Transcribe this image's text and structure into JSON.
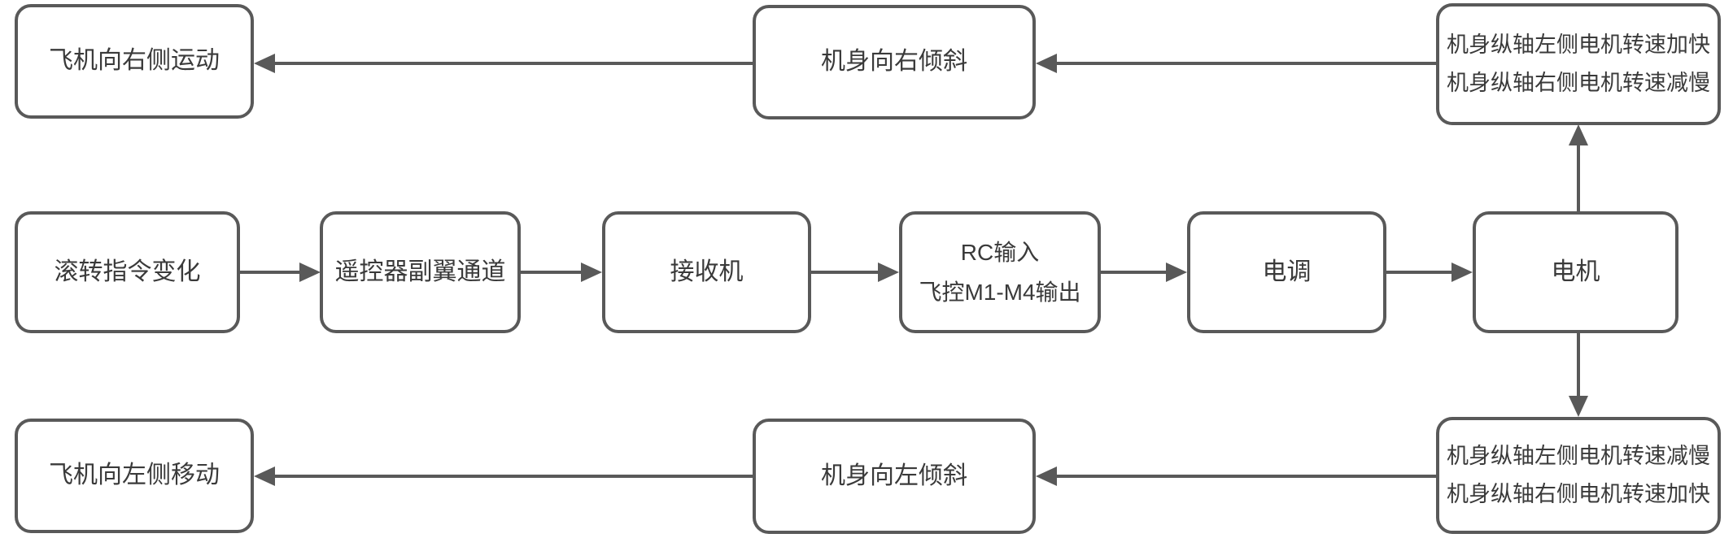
{
  "diagram": {
    "type": "flowchart",
    "topic": "quadcopter-roll-control-signal-flow",
    "colors": {
      "node_border": "#595959",
      "node_text": "#3a3a3a",
      "arrow": "#595959",
      "background": "#ffffff"
    },
    "nodes": {
      "plane_move_right": {
        "label": "飞机向右侧运动"
      },
      "body_tilt_right": {
        "label": "机身向右倾斜"
      },
      "motor_effect_top": {
        "line1": "机身纵轴左侧电机转速加快",
        "line2": "机身纵轴右侧电机转速减慢"
      },
      "roll_command": {
        "label": "滚转指令变化"
      },
      "rc_aileron_channel": {
        "label": "遥控器副翼通道"
      },
      "receiver": {
        "label": "接收机"
      },
      "flight_controller": {
        "line1": "RC输入",
        "line2": "飞控M1-M4输出"
      },
      "esc": {
        "label": "电调"
      },
      "motor": {
        "label": "电机"
      },
      "plane_move_left": {
        "label": "飞机向左侧移动"
      },
      "body_tilt_left": {
        "label": "机身向左倾斜"
      },
      "motor_effect_bottom": {
        "line1": "机身纵轴左侧电机转速减慢",
        "line2": "机身纵轴右侧电机转速加快"
      }
    },
    "edges": [
      {
        "from": "roll_command",
        "to": "rc_aileron_channel",
        "direction": "right"
      },
      {
        "from": "rc_aileron_channel",
        "to": "receiver",
        "direction": "right"
      },
      {
        "from": "receiver",
        "to": "flight_controller",
        "direction": "right"
      },
      {
        "from": "flight_controller",
        "to": "esc",
        "direction": "right"
      },
      {
        "from": "esc",
        "to": "motor",
        "direction": "right"
      },
      {
        "from": "motor",
        "to": "motor_effect_top",
        "direction": "up"
      },
      {
        "from": "motor",
        "to": "motor_effect_bottom",
        "direction": "down"
      },
      {
        "from": "motor_effect_top",
        "to": "body_tilt_right",
        "direction": "left"
      },
      {
        "from": "body_tilt_right",
        "to": "plane_move_right",
        "direction": "left"
      },
      {
        "from": "motor_effect_bottom",
        "to": "body_tilt_left",
        "direction": "left"
      },
      {
        "from": "body_tilt_left",
        "to": "plane_move_left",
        "direction": "left"
      }
    ]
  }
}
